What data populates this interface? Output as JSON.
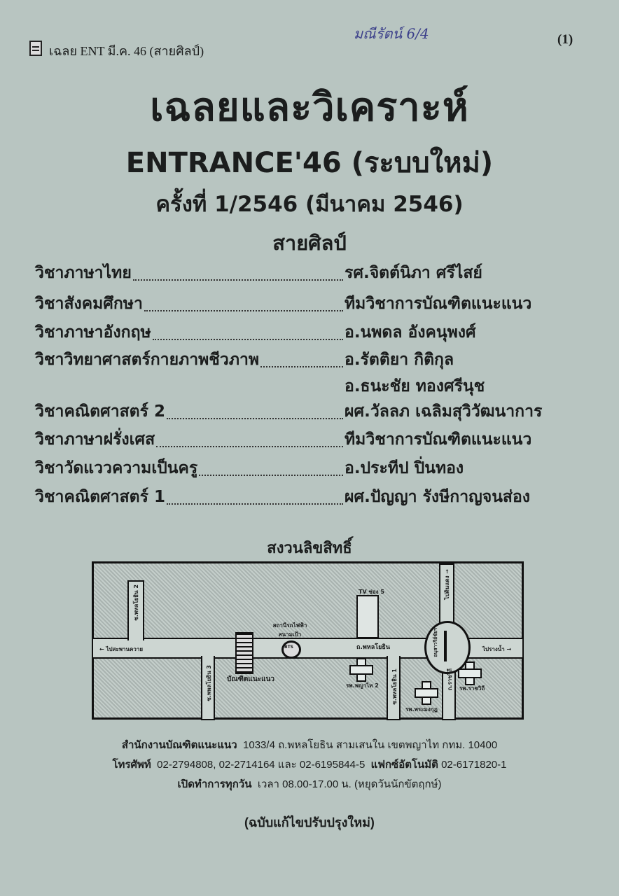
{
  "header": {
    "running_head": "เฉลย ENT มี.ค. 46 (สายศิลป์)",
    "handwritten_note": "มณีรัตน์ 6/4",
    "page_number": "(1)"
  },
  "title": {
    "main": "เฉลยและวิเคราะห์",
    "exam": "ENTRANCE'46 (ระบบใหม่)",
    "round": "ครั้งที่ 1/2546 (มีนาคม 2546)",
    "stream": "สายศิลป์"
  },
  "subjects": [
    {
      "subject": "วิชาภาษาไทย",
      "author": "รศ.จิตต์นิภา  ศรีไสย์"
    },
    {
      "subject": "วิชาสังคมศึกษา",
      "author": "ทีมวิชาการบัณฑิตแนะแนว"
    },
    {
      "subject": "วิชาภาษาอังกฤษ",
      "author": "อ.นพดล  อังคนุพงศ์"
    },
    {
      "subject": "วิชาวิทยาศาสตร์กายภาพชีวภาพ",
      "author": "อ.รัตติยา  กิติกุล"
    },
    {
      "subject": "",
      "author": "อ.ธนะชัย  ทองศรีนุช"
    },
    {
      "subject": "วิชาคณิตศาสตร์ 2",
      "author": "ผศ.วัลลภ  เฉลิมสุวิวัฒนาการ"
    },
    {
      "subject": "วิชาภาษาฝรั่งเศส",
      "author": "ทีมวิชาการบัณฑิตแนะแนว"
    },
    {
      "subject": "วิชาวัดแววความเป็นครู",
      "author": "อ.ประทีป  ปิ่นทอง"
    },
    {
      "subject": "วิชาคณิตศาสตร์ 1",
      "author": "ผศ.ปัญญา  รังษีกาญจนส่อง"
    }
  ],
  "copyright": "สงวนลิขสิทธิ์",
  "map": {
    "soi2": "ซ.พหลโยธิน 2",
    "soi3": "ซ.พหลโยธิน 3",
    "soi1": "ซ.พหลโยธิน 1",
    "to_saphan_khwai": "ไปสะพานควาย",
    "office": "บัณฑิตแนะแนว",
    "bts_station": "สถานีรถไฟฟ้า สนามเป้า",
    "bts": "BTS",
    "tv5": "TV ช่อง 5",
    "main_road": "ถ.พหลโยธิน",
    "hospital_phyathai": "รพ.พญาไท 2",
    "monument": "อนุสาวรีย์ชัยฯ",
    "to_din_daeng": "ไปดินแดง",
    "to_right": "ไปรางน้ำ",
    "ratchawithi_road": "ถ.ราชวิถี",
    "hospital_mongkut": "รพ.พระมงกุฎ",
    "hospital_ratchawithi": "รพ.ราชวิถี"
  },
  "footer": {
    "office_label": "สำนักงานบัณฑิตแนะแนว",
    "address": "1033/4 ถ.พหลโยธิน สามเสนใน เขตพญาไท กทม. 10400",
    "phone_label": "โทรศัพท์",
    "phones": "02-2794808, 02-2714164 และ 02-6195844-5",
    "fax_label": "แฟกซ์อัตโนมัติ",
    "fax": "02-6171820-1",
    "hours_label": "เปิดทำการทุกวัน",
    "hours": "เวลา 08.00-17.00 น. (หยุดวันนักขัตฤกษ์)",
    "revised": "(ฉบับแก้ไขปรับปรุงใหม่)"
  }
}
